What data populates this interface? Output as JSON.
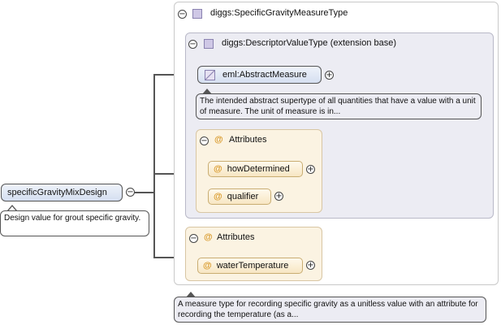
{
  "root_element": {
    "label": "specificGravityMixDesign",
    "doc": "Design value for grout specific gravity."
  },
  "complex_type": {
    "label": "diggs:SpecificGravityMeasureType",
    "doc": "A measure type for recording specific gravity as a unitless value with an attribute for recording the temperature (as a..."
  },
  "base_type": {
    "label": "diggs:DescriptorValueType (extension base)"
  },
  "abstract_element": {
    "label": "eml:AbstractMeasure",
    "doc": "The intended abstract supertype of all quantities that have a value with a unit of measure. The unit of measure is in..."
  },
  "base_attributes": {
    "heading": "Attributes",
    "items": [
      {
        "label": "howDetermined"
      },
      {
        "label": "qualifier"
      }
    ]
  },
  "type_attributes": {
    "heading": "Attributes",
    "items": [
      {
        "label": "waterTemperature"
      }
    ]
  },
  "symbols": {
    "attribute_marker": "@",
    "collapse": "−",
    "expand": "+"
  },
  "colors": {
    "connector": "#555555",
    "attribute_marker": "#d99a2b",
    "type_icon": "#cfc8e6"
  }
}
